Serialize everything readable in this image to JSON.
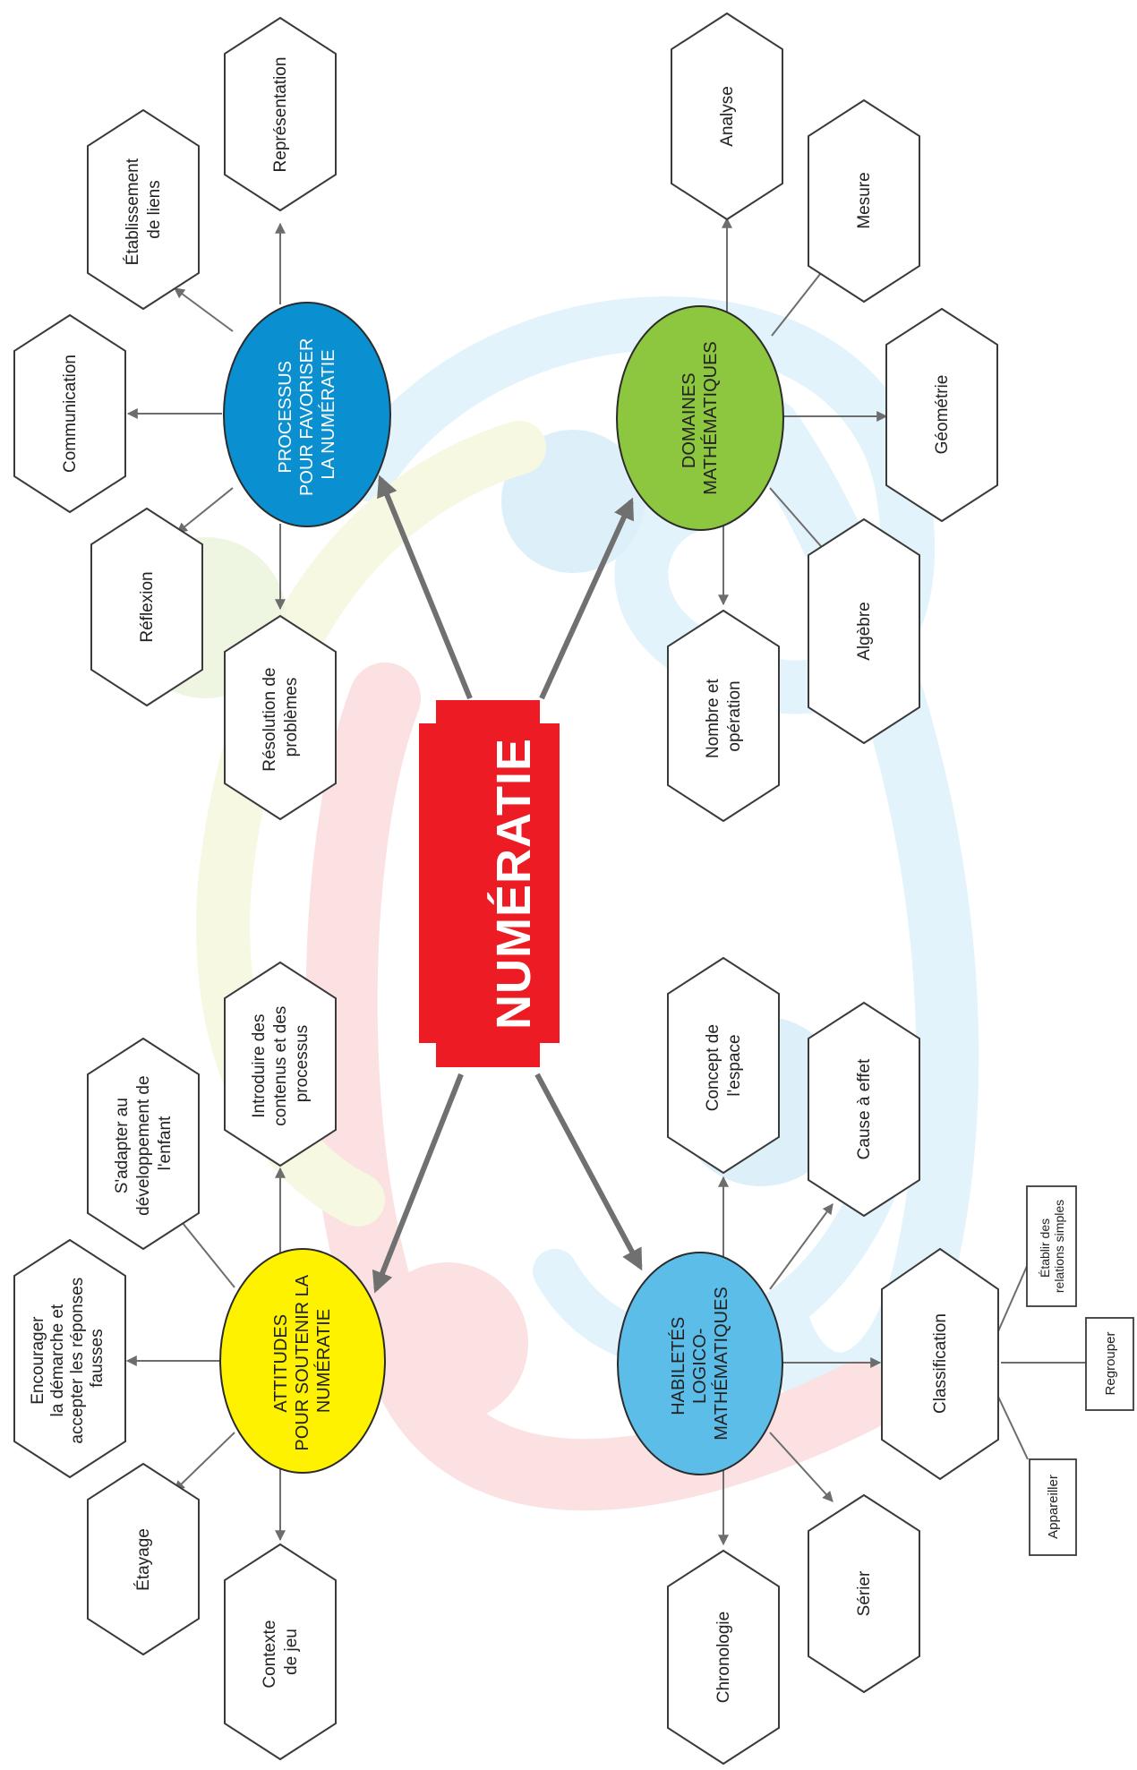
{
  "center": {
    "title": "NUMÉRATIE",
    "color": "#ED1C24"
  },
  "hubs": {
    "processus": {
      "lines": [
        "PROCESSUS",
        "POUR FAVORISER",
        "LA NUMÉRATIE"
      ],
      "color": "#0A8FD0"
    },
    "domaines": {
      "lines": [
        "DOMAINES",
        "MATHÉMATIQUES"
      ],
      "color": "#8DC63F"
    },
    "attitudes": {
      "lines": [
        "ATTITUDES",
        "POUR SOUTENIR LA",
        "NUMÉRATIE"
      ],
      "color": "#FFF200"
    },
    "habiletes": {
      "lines": [
        "HABILETÉS",
        "LOGICO-",
        "MATHÉMATIQUES"
      ],
      "color": "#5BBDE8"
    }
  },
  "processus_items": {
    "representation": [
      "Représentation"
    ],
    "etablissement": [
      "Établissement",
      "de liens"
    ],
    "communication": [
      "Communication"
    ],
    "reflexion": [
      "Réflexion"
    ],
    "resolution": [
      "Résolution de",
      "problèmes"
    ]
  },
  "domaines_items": {
    "analyse": [
      "Analyse"
    ],
    "mesure": [
      "Mesure"
    ],
    "geometrie": [
      "Géométrie"
    ],
    "algebre": [
      "Algèbre"
    ],
    "nombre": [
      "Nombre et",
      "opération"
    ]
  },
  "attitudes_items": {
    "introduire": [
      "Introduire des",
      "contenus et des",
      "processus"
    ],
    "adapter": [
      "S'adapter au",
      "développement de",
      "l'enfant"
    ],
    "encourager": [
      "Encourager",
      "la démarche et",
      "accepter les réponses",
      "fausses"
    ],
    "etayage": [
      "Étayage"
    ],
    "contexte": [
      "Contexte",
      "de jeu"
    ]
  },
  "habiletes_items": {
    "concept": [
      "Concept de",
      "l'espace"
    ],
    "cause": [
      "Cause à effet"
    ],
    "classification": [
      "Classification"
    ],
    "serier": [
      "Sérier"
    ],
    "chronologie": [
      "Chronologie"
    ]
  },
  "classification_subitems": {
    "etablir": [
      "Établir des",
      "relations simples"
    ],
    "regrouper": [
      "Regrouper"
    ],
    "appareiller": [
      "Appareiller"
    ]
  }
}
